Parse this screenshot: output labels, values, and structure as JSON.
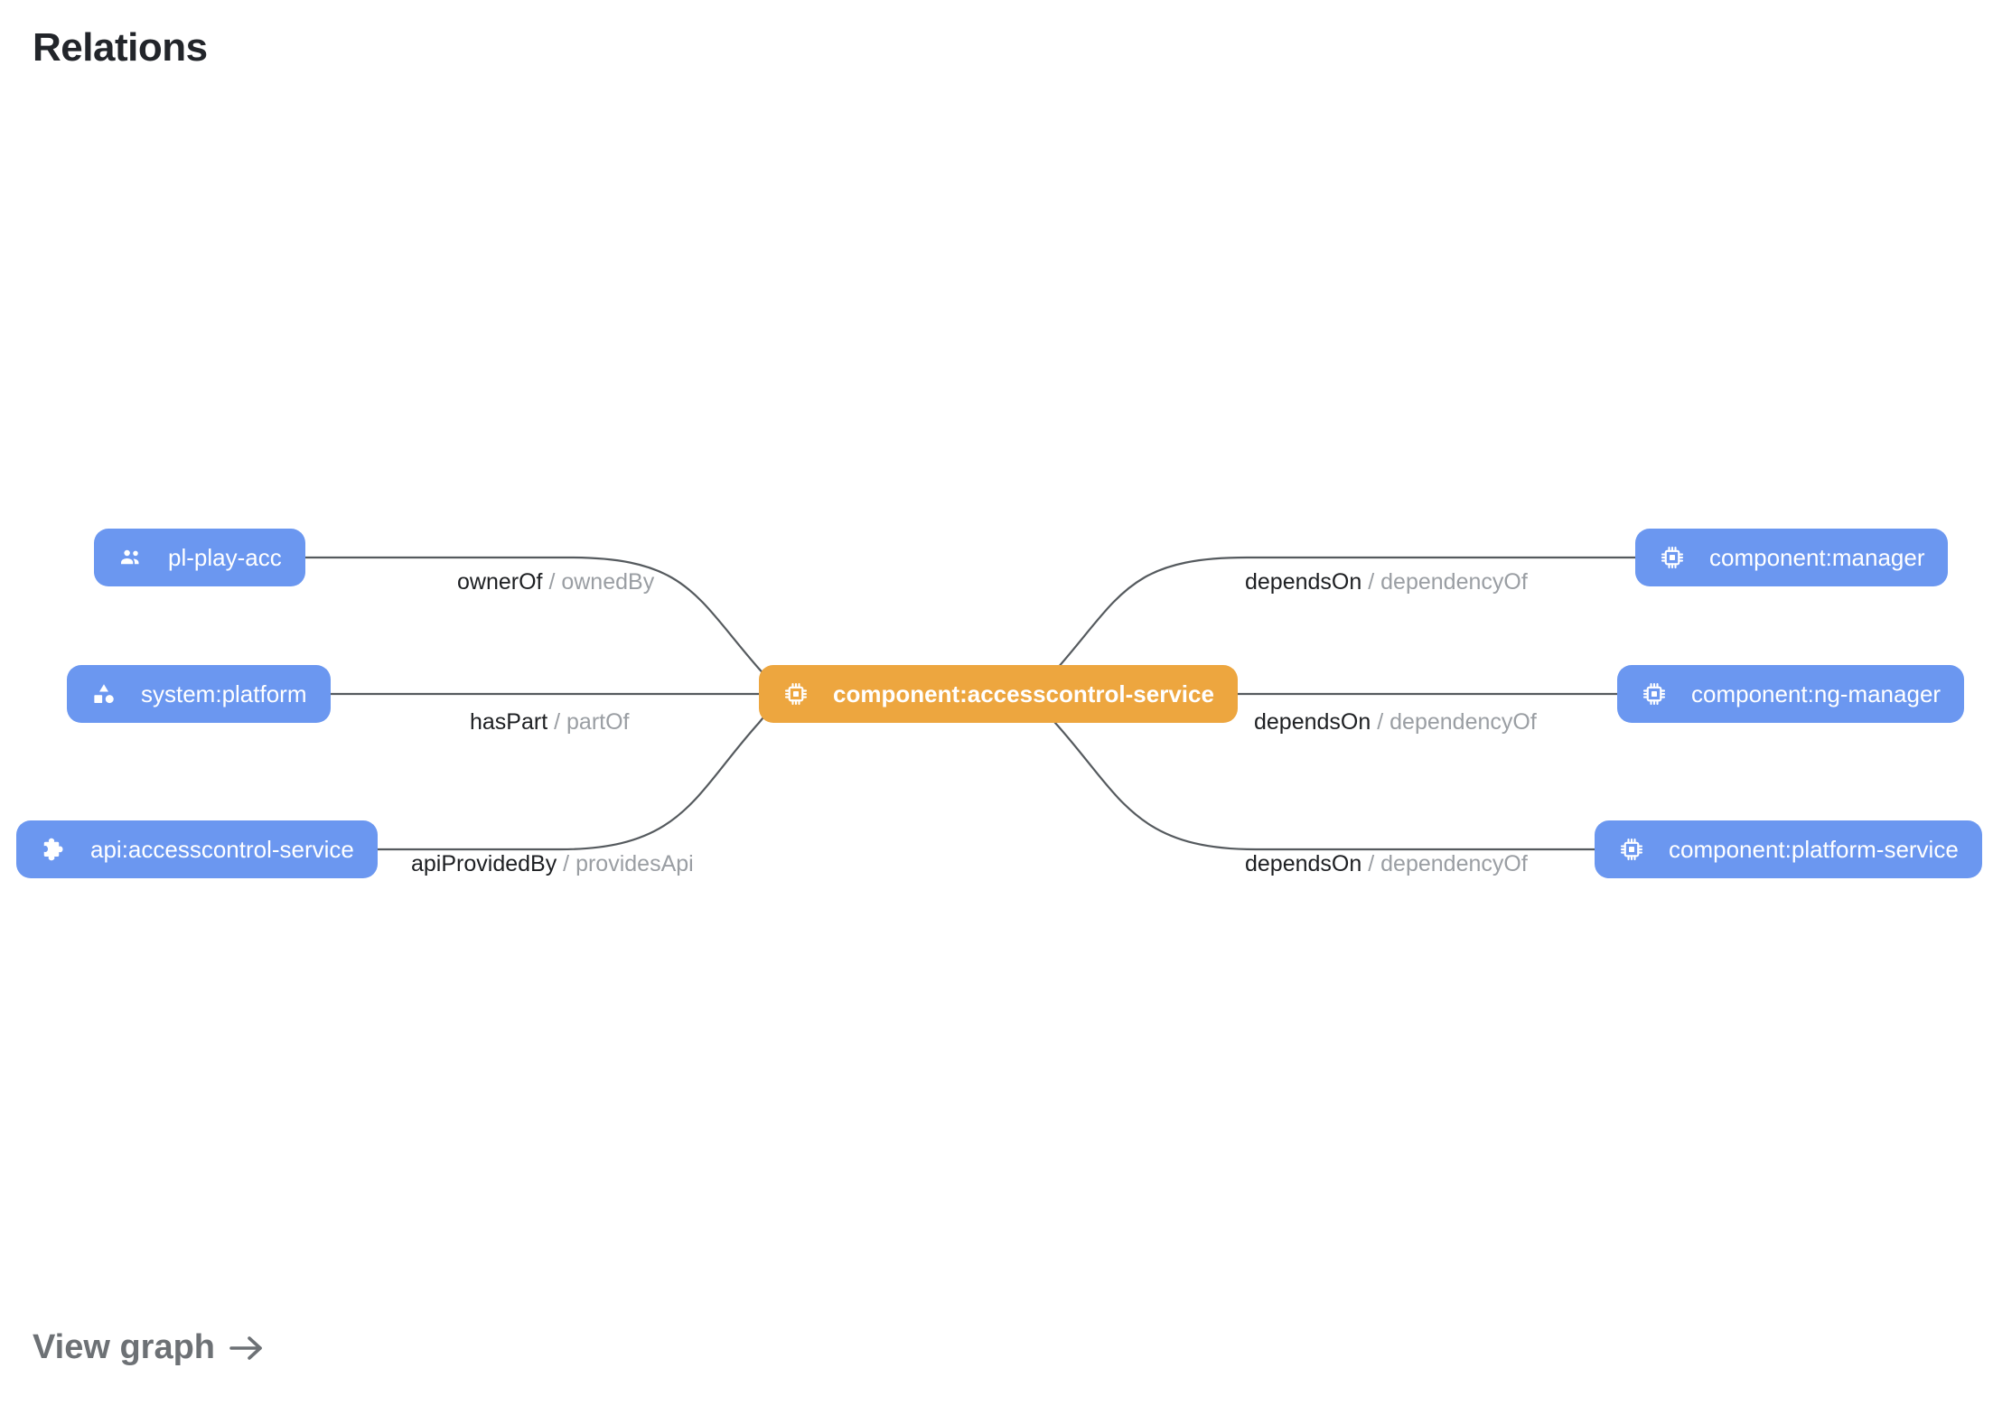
{
  "page": {
    "title": "Relations"
  },
  "footer": {
    "view_graph_label": "View graph",
    "arrow_icon": "arrow-right-icon"
  },
  "colors": {
    "node_default": "#6b97f0",
    "node_focused": "#eda63f",
    "node_text": "#ffffff",
    "edge_stroke": "#555a5e",
    "label_primary": "#1d1f22",
    "label_secondary": "#9a9ea3",
    "title": "#22252a",
    "footer_link": "#6d7175",
    "background": "#ffffff"
  },
  "graph": {
    "nodes": [
      {
        "id": "pl-play-acc",
        "label": "pl-play-acc",
        "kind": "group",
        "icon": "people-group-icon",
        "focused": false,
        "side": "left",
        "row": 1
      },
      {
        "id": "system:platform",
        "label": "system:platform",
        "kind": "system",
        "icon": "category-shapes-icon",
        "focused": false,
        "side": "left",
        "row": 2
      },
      {
        "id": "api:accesscontrol-service",
        "label": "api:accesscontrol-service",
        "kind": "api",
        "icon": "puzzle-piece-icon",
        "focused": false,
        "side": "left",
        "row": 3
      },
      {
        "id": "component:accesscontrol-service",
        "label": "component:accesscontrol-service",
        "kind": "component",
        "icon": "memory-chip-icon",
        "focused": true,
        "side": "center",
        "row": 2
      },
      {
        "id": "component:manager",
        "label": "component:manager",
        "kind": "component",
        "icon": "memory-chip-icon",
        "focused": false,
        "side": "right",
        "row": 1
      },
      {
        "id": "component:ng-manager",
        "label": "component:ng-manager",
        "kind": "component",
        "icon": "memory-chip-icon",
        "focused": false,
        "side": "right",
        "row": 2
      },
      {
        "id": "component:platform-service",
        "label": "component:platform-service",
        "kind": "component",
        "icon": "memory-chip-icon",
        "focused": false,
        "side": "right",
        "row": 3
      }
    ],
    "edges": [
      {
        "id": "edge-ownerof",
        "source": "pl-play-acc",
        "target": "component:accesscontrol-service",
        "forward": "ownerOf",
        "separator": "/",
        "reverse": "ownedBy"
      },
      {
        "id": "edge-haspart",
        "source": "system:platform",
        "target": "component:accesscontrol-service",
        "forward": "hasPart",
        "separator": "/",
        "reverse": "partOf"
      },
      {
        "id": "edge-apiprovidedby",
        "source": "api:accesscontrol-service",
        "target": "component:accesscontrol-service",
        "forward": "apiProvidedBy",
        "separator": "/",
        "reverse": "providesApi"
      },
      {
        "id": "edge-dependson-manager",
        "source": "component:accesscontrol-service",
        "target": "component:manager",
        "forward": "dependsOn",
        "separator": "/",
        "reverse": "dependencyOf"
      },
      {
        "id": "edge-dependson-ng-manager",
        "source": "component:accesscontrol-service",
        "target": "component:ng-manager",
        "forward": "dependsOn",
        "separator": "/",
        "reverse": "dependencyOf"
      },
      {
        "id": "edge-dependson-platform-service",
        "source": "component:accesscontrol-service",
        "target": "component:platform-service",
        "forward": "dependsOn",
        "separator": "/",
        "reverse": "dependencyOf"
      }
    ]
  }
}
